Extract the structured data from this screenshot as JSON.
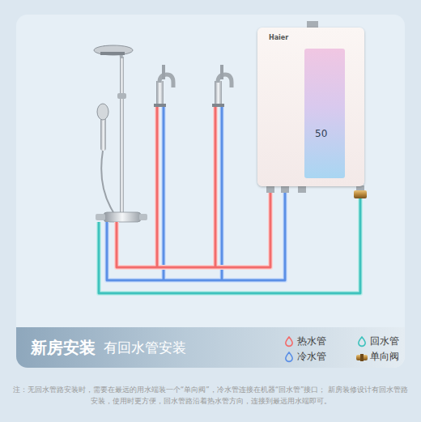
{
  "diagram": {
    "title": "新房安装",
    "nodes": [
      {
        "text": [
          "Haier",
          "50"
        ]
      }
    ],
    "labels": [
      "有回水管安装",
      "注：无回水管路安装时，需要在最远的用水端装一个“单向阀”，冷水管连接在机器“回水管”接口； 新房装修设计有回水管路安装，使用时更方便，回水管路沿着热水管方向，连接到最远用水端即可。"
    ],
    "legend": [
      {
        "text": "热水管",
        "color": "#f26b6b"
      },
      {
        "text": "回水管",
        "color": "#3ec2bd"
      },
      {
        "text": "冷水管",
        "color": "#5b8fe6"
      },
      {
        "text": "单向阀"
      }
    ]
  }
}
